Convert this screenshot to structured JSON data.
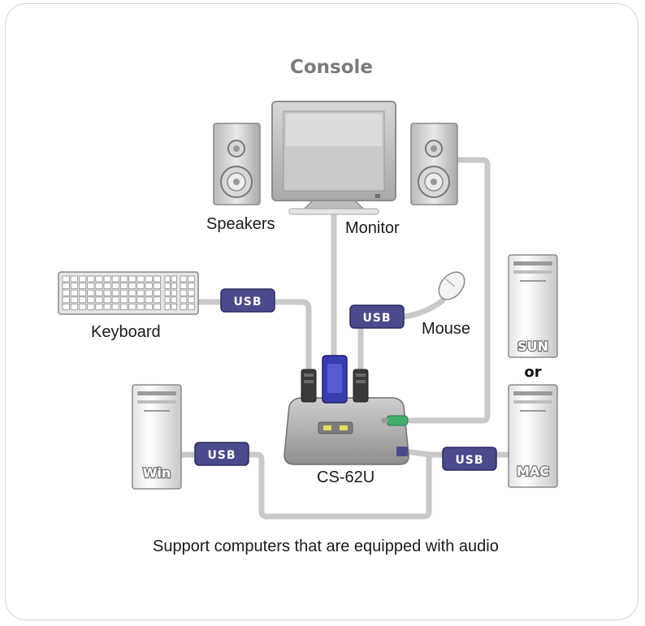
{
  "diagram": {
    "title": "Console",
    "labels": {
      "speakers": "Speakers",
      "monitor": "Monitor",
      "keyboard": "Keyboard",
      "mouse": "Mouse",
      "switch": "CS-62U",
      "caption": "Support computers that are equipped with audio"
    },
    "computers": {
      "win": "Win",
      "sun": "SUN",
      "mac": "MAC",
      "alternative": "or"
    },
    "usb_badge": "USB",
    "colors": {
      "cable": "#c9c9c9",
      "usb_badge": "#4b4a8c",
      "vga_connector": "#3b3bb0",
      "audio_plug": "#3fae6a",
      "title_gray": "#7b7b7b"
    }
  }
}
